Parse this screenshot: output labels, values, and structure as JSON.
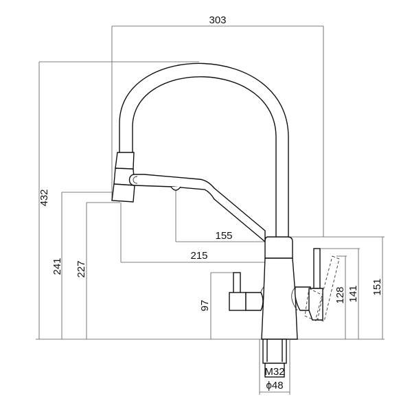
{
  "drawing": {
    "title": "Kitchen faucet technical dimension drawing",
    "units": "mm",
    "dimensions": {
      "overall_reach": "303",
      "overall_height": "432",
      "spout_outlet_height": "241",
      "aerator_height": "227",
      "filter_spout_reach": "155",
      "main_spout_reach": "215",
      "filter_lever_height": "97",
      "lever_tilt_height": "128",
      "lever_height": "141",
      "body_height": "151",
      "thread": "M32",
      "base_diameter": "ϕ48"
    }
  }
}
